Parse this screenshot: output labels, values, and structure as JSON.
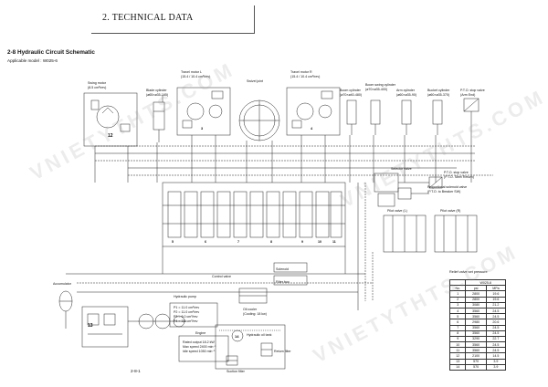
{
  "header": {
    "title": "2. TECHNICAL DATA"
  },
  "section": {
    "title": "2-8  Hydraulic Circuit Schematic",
    "model": "Applicable model : W025-6"
  },
  "footer": {
    "page": "2-8-1"
  },
  "watermark": {
    "text": "VNIETYTHTS.COM"
  },
  "labels": {
    "swing_motor": "Swing motor",
    "swing_motor_sub": "(8.5 cm³/rev)",
    "blade_cylinder": "Blade cylinder",
    "blade_cylinder_sub": "(ø65×ø35-165)",
    "travel_motor_l": "Travel motor L",
    "travel_motor_l_sub": "(15.4 / 10.4 cm³/rev)",
    "swivel_joint": "Swivel joint",
    "travel_motor_r": "Travel motor R",
    "travel_motor_r_sub": "(15.4 / 10.4 cm³/rev)",
    "boom_cylinder": "Boom cylinder",
    "boom_cylinder_sub": "(ø70×ø40-480)",
    "boom_swing_cylinder": "Boom swing cylinder",
    "boom_swing_cylinder_sub": "(ø70×ø35-400)",
    "arm_cylinder": "Arm cylinder",
    "arm_cylinder_sub": "(ø60×ø35-90)",
    "bucket_cylinder": "Bucket cylinder",
    "bucket_cylinder_sub": "(ø60×ø35-370)",
    "pto_stop_valve_top": "P.T.O. stop valve",
    "pto_stop_valve_top_sub": "(Arm End)",
    "selector_valve": "Selector valve",
    "pto_stop_valve": "P.T.O. stop valve",
    "pto_stop_valve_sub": "(P.T.O. Steel Return)",
    "prop_solenoid": "Proportional solenoid valve",
    "prop_solenoid_sub": "(P.T.O. to Breaker SW)",
    "pilot_valve_l": "Pilot valve (L)",
    "pilot_valve_r": "Pilot valve (R)",
    "accumulator": "Accumulator",
    "hydraulic_pump": "Hydraulic pump",
    "engine": "Engine",
    "control_valve": "Control valve",
    "oil_cooler": "Oil cooler",
    "oil_cooler_sub": "(Cooling: 18 kw)",
    "hydraulic_oil_tank": "Hydraulic oil tank",
    "return_filter": "Return filter",
    "suction_filter": "Suction filter",
    "solenoid_a": "Solenoid",
    "solenoid_b": "Filter box",
    "pump_specs": [
      "P1 = 11.0 cm³/rev",
      "P2 = 11.0 cm³/rev",
      "P3 = 6.0 cm³/rev",
      "P4 = 3.6 cm³/rev"
    ],
    "engine_specs": [
      "Rated output 18.2 kW",
      "Max speed 2400 min⁻¹",
      "Idle speed 1050 min⁻¹"
    ]
  },
  "callouts": [
    "12",
    "13",
    "14",
    "3",
    "4",
    "5",
    "6",
    "7",
    "8",
    "9",
    "10",
    "11"
  ],
  "relief_table": {
    "caption": "Relief valve set pressure",
    "sub_header": "W025-6",
    "columns": [
      "No.",
      "psi",
      "MPa"
    ],
    "rows": [
      [
        "1",
        "2800",
        "19.6"
      ],
      [
        "2",
        "2800",
        "19.6"
      ],
      [
        "3",
        "3080",
        "21.2"
      ],
      [
        "4",
        "3560",
        "24.5"
      ],
      [
        "5",
        "3560",
        "24.5"
      ],
      [
        "6",
        "2980",
        "20.6"
      ],
      [
        "7",
        "3560",
        "24.5"
      ],
      [
        "8",
        "3560",
        "24.5"
      ],
      [
        "9",
        "3290",
        "22.7"
      ],
      [
        "10",
        "3560",
        "24.5"
      ],
      [
        "11",
        "3560",
        "24.5"
      ],
      [
        "12",
        "2100",
        "14.5"
      ],
      [
        "13",
        "570",
        "3.9"
      ],
      [
        "14",
        "570",
        "3.9"
      ]
    ]
  }
}
